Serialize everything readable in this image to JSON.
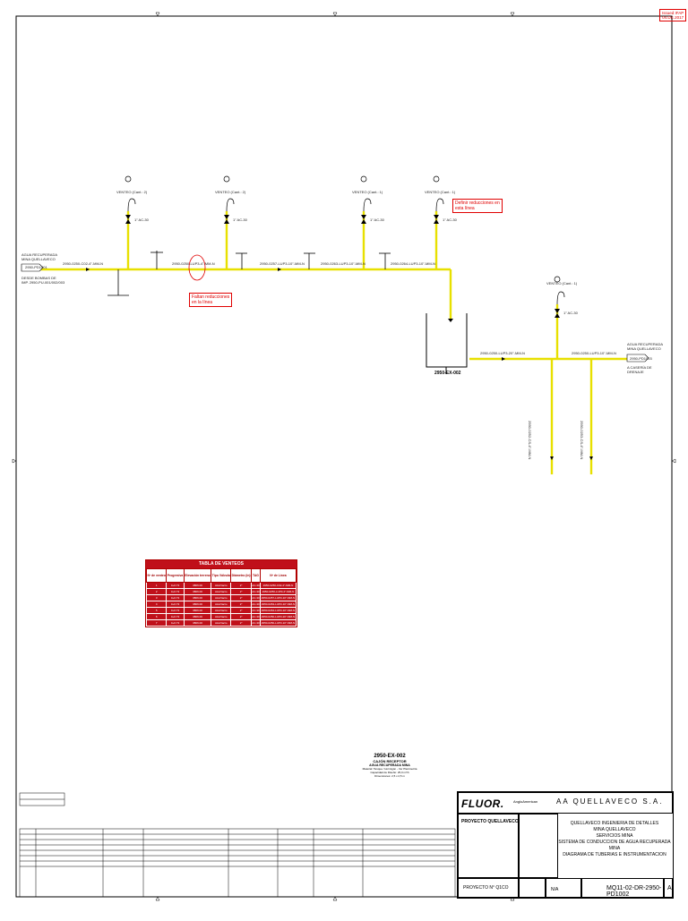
{
  "stamp": {
    "line1": "Issued IFAP",
    "line2": "04.Dic.2017"
  },
  "line_labels": {
    "main_1": "2950-0250-C02-4\"-MM-N",
    "main_2": "2950-0250-LUP3-4\"-MM-N",
    "main_3": "2950-0257-LUP3-10\"-MM-N",
    "main_4": "2950-0263-LUP3-10\"-MM-N",
    "main_5": "2950-0264-LUP3-10\"-MM-N",
    "right_1": "2950-0250-LUP3-20\"-MM-N",
    "right_2": "2950-0250-LUP3-10\"-MM-N",
    "down_1": "2950-0252-CS-4\"-MM-N",
    "down_2": "2950-0253-CS-4\"-MM-N"
  },
  "left_source": {
    "line1": "AGUA RECUPERADA",
    "line2": "MINA QUELLAVECO",
    "ref": "2950-PD1001",
    "from1": "DESDE BOMBAS DE",
    "from2": "IMP. 2950-PU-001/002/003"
  },
  "right_dest": {
    "line1": "AGUA RECUPERADA",
    "line2": "MINA QUELLAVECO",
    "ref": "2950-PD1003",
    "to": "A CASERÍA DE",
    "to2": "DRENAJE"
  },
  "vents": [
    {
      "label": "VENTEO (Cant.: 2)",
      "size": "1\" AC-30"
    },
    {
      "label": "VENTEO (Cant.: 2)",
      "size": "1\" AC-30"
    },
    {
      "label": "VENTEO (Cant.: 1)",
      "size": "1\" AC-30"
    },
    {
      "label": "VENTEO (Cant.: 1)",
      "size": "1\" AC-30"
    },
    {
      "label": "VENTEO (Cant.: 1)",
      "size": "1\" AC-30"
    }
  ],
  "notes": {
    "red_1": "Faltan reducciones\nen la línea",
    "red_2": "Definir reducciones en\nesta línea"
  },
  "equipment": {
    "tag": "2950-EX-002"
  },
  "equipment_detail": {
    "tag": "2950-EX-002",
    "name": "CAJÓN RECEPTOR",
    "sub": "AGUA RECUPERADA MINA",
    "l1": "Material: Tanque / Hormigón - Ver Planimetría",
    "l2": "Capacidad de Diseño: 25,0 m³/h",
    "l3": "Dimensiones: 2,5 x 2,5 m"
  },
  "vent_table": {
    "title": "TABLA DE VENTEOS",
    "headers": [
      "Nº de venteo",
      "Progresiva",
      "Elevación terreno",
      "Tipo Válvula",
      "Diámetro (in)",
      "TAG",
      "Nº de Línea"
    ],
    "rows": [
      [
        "1",
        "0+0.73",
        "3806.00",
        "Aire/Vacío",
        "2\"",
        "AC-30",
        "2950-0250-C02-4\"-MM-N"
      ],
      [
        "2",
        "0+0.73",
        "3806.00",
        "Aire/Vacío",
        "2\"",
        "AC-30",
        "2950-0250-LUP3-4\"-MM-N"
      ],
      [
        "3",
        "0+0.73",
        "3806.00",
        "Aire/Vacío",
        "2\"",
        "AC-30",
        "2950-0257-LUP3-10\"-MM-N"
      ],
      [
        "4",
        "0+0.73",
        "3806.00",
        "Aire/Vacío",
        "2\"",
        "AC-30",
        "2950-0263-LUP3-10\"-MM-N"
      ],
      [
        "5",
        "0+0.73",
        "3806.00",
        "Aire/Vacío",
        "2\"",
        "AC-30",
        "2950-0264-LUP3-10\"-MM-N"
      ],
      [
        "6",
        "0+0.73",
        "3806.00",
        "Aire/Vacío",
        "2\"",
        "AC-30",
        "2950-0250-LUP3-20\"-MM-N"
      ],
      [
        "7",
        "0+0.73",
        "3806.00",
        "Aire/Vacío",
        "2\"",
        "AC-30",
        "2950-0250-LUP3-10\"-MM-N"
      ]
    ]
  },
  "title_block": {
    "fluor": "FLUOR.",
    "aa": "AngloAmerican",
    "company": "AA QUELLAVECO S.A.",
    "proyecto": "PROYECTO QUELLAVECO",
    "d1": "QUELLAVECO INGENIERIA DE DETALLES",
    "d2": "MINA QUELLAVECO",
    "d3": "SERVICIOS MINA",
    "d4": "SISTEMA DE CONDUCCION DE AGUA RECUPERADA MINA",
    "d5": "DIAGRAMA DE TUBERIAS E INSTRUMENTACION",
    "proj_no": "PROYECTO N° Q1CO",
    "escala": "N/A",
    "dwg": "MQ11-02-DR-2950-PD1002",
    "rev": "A"
  }
}
